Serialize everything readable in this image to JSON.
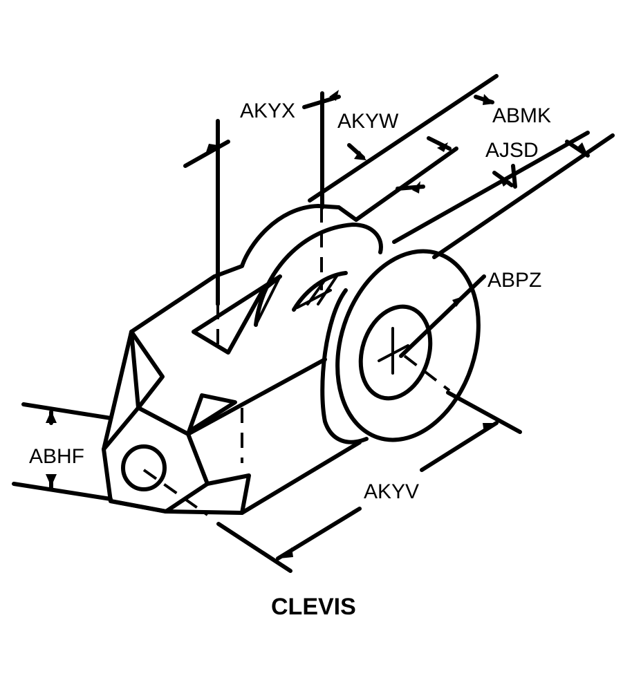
{
  "title": "CLEVIS",
  "dimensions": {
    "akyx": "AKYX",
    "akyw": "AKYW",
    "abmk": "ABMK",
    "ajsd": "AJSD",
    "abpz": "ABPZ",
    "abhf": "ABHF",
    "akyv": "AKYV"
  }
}
